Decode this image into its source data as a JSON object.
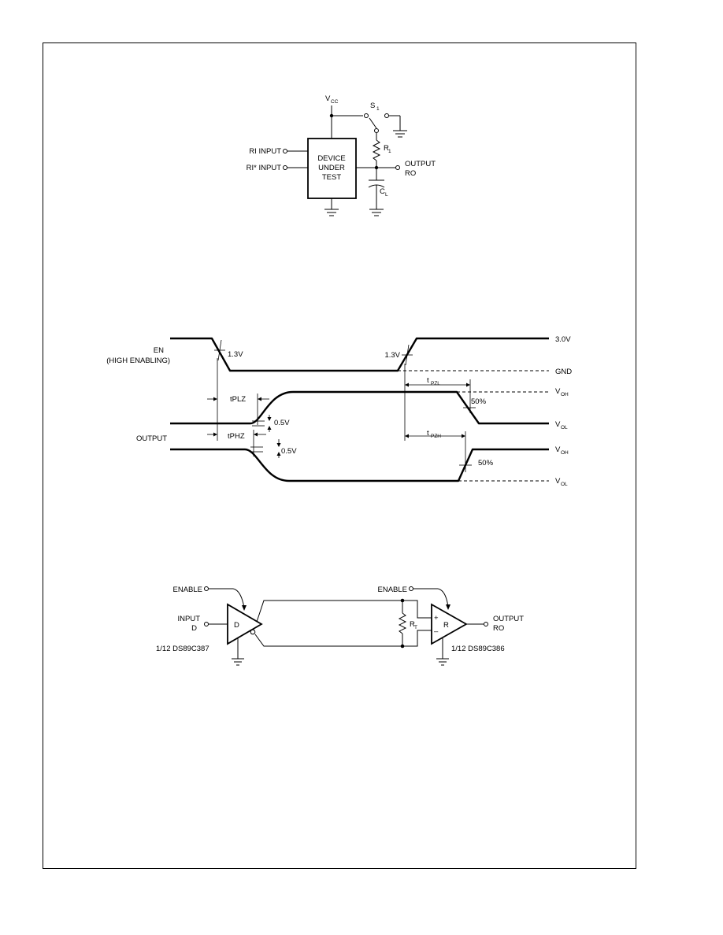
{
  "test_circuit": {
    "vcc": "V",
    "vcc_sub": "CC",
    "switch": "S",
    "switch_sub": "1",
    "resistor": "R",
    "resistor_sub": "1",
    "capacitor": "C",
    "capacitor_sub": "L",
    "input_ri": "RI INPUT",
    "input_ri_bar": "RI* INPUT",
    "dut_line1": "DEVICE",
    "dut_line2": "UNDER",
    "dut_line3": "TEST",
    "output_line1": "OUTPUT",
    "output_line2": "RO"
  },
  "timing": {
    "en_line1": "EN",
    "en_line2": "(HIGH ENABLING)",
    "output": "OUTPUT",
    "v13_left": "1.3V",
    "v13_right": "1.3V",
    "v30": "3.0V",
    "gnd": "GND",
    "tplz": "tPLZ",
    "tphz": "tPHZ",
    "t_pzl": "t",
    "t_pzl_sub": "PZL",
    "t_pzh": "t",
    "t_pzh_sub": "PZH",
    "v05_top": "0.5V",
    "v05_bottom": "0.5V",
    "pct_top": "50%",
    "pct_bottom": "50%",
    "voh_top": "V",
    "voh_top_sub": "OH",
    "vol_top": "V",
    "vol_top_sub": "OL",
    "voh_bottom": "V",
    "voh_bottom_sub": "OH",
    "vol_bottom": "V",
    "vol_bottom_sub": "OL"
  },
  "link_diagram": {
    "enable_left": "ENABLE",
    "enable_right": "ENABLE",
    "input_line1": "INPUT",
    "input_line2": "D",
    "driver": "D",
    "receiver": "R",
    "plus": "+",
    "minus": "–",
    "rt": "R",
    "rt_sub": "T",
    "output_line1": "OUTPUT",
    "output_line2": "RO",
    "left_part": "1/12 DS89C387",
    "right_part": "1/12 DS89C386"
  }
}
